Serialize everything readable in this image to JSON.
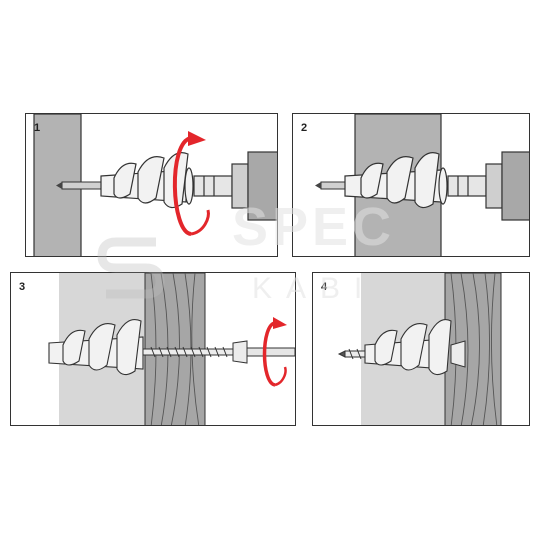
{
  "steps": [
    {
      "number": "1"
    },
    {
      "number": "2"
    },
    {
      "number": "3"
    },
    {
      "number": "4"
    }
  ],
  "watermark": {
    "brand": "SPEC",
    "sub": "KABI"
  },
  "colors": {
    "wall": "#b3b3b3",
    "board": "#d7d7d7",
    "outline": "#333333",
    "arrow": "#e3262b",
    "anchor": "#f2f2f2"
  }
}
